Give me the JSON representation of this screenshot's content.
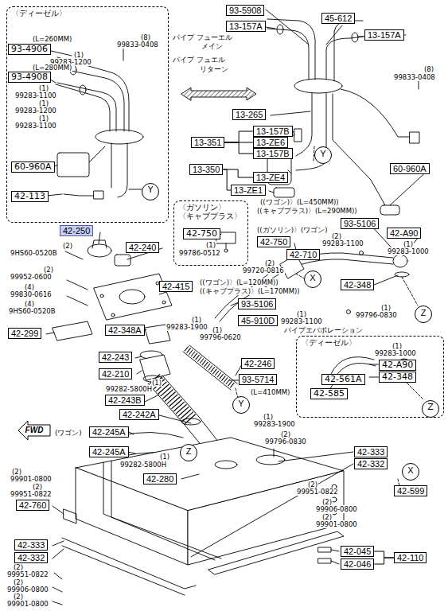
{
  "diagram": {
    "nodes": [
      {
        "text": [
          "〈ディーゼル〉"
        ]
      },
      {
        "text": [
          "93-4906"
        ],
        "in": 0
      },
      {
        "text": [
          "93-4908"
        ],
        "in": 0
      },
      {
        "text": [
          "60-960A"
        ],
        "in": 0
      },
      {
        "text": [
          "42-113"
        ],
        "in": 0
      },
      {
        "text": [
          "Y"
        ],
        "in": 0
      },
      {
        "text": [
          "93-5908"
        ]
      },
      {
        "text": [
          "13-157A"
        ]
      },
      {
        "text": [
          "45-612"
        ]
      },
      {
        "text": [
          "13-157A"
        ]
      },
      {
        "text": [
          "13-265"
        ]
      },
      {
        "text": [
          "13-351"
        ]
      },
      {
        "text": [
          "13-157B"
        ]
      },
      {
        "text": [
          "13-ZE6"
        ]
      },
      {
        "text": [
          "13-157B"
        ]
      },
      {
        "text": [
          "Y"
        ]
      },
      {
        "text": [
          "13-350"
        ]
      },
      {
        "text": [
          "13-ZE4"
        ]
      },
      {
        "text": [
          "13-ZE1"
        ]
      },
      {
        "text": [
          "60-960A"
        ]
      },
      {
        "text": [
          "〈ガソリン〉 〈キャブプラス〉"
        ]
      },
      {
        "text": [
          "42-750"
        ],
        "in": 20
      },
      {
        "text": [
          "42-250"
        ]
      },
      {
        "text": [
          "42-240"
        ]
      },
      {
        "text": [
          "42-750"
        ]
      },
      {
        "text": [
          "93-5106"
        ]
      },
      {
        "text": [
          "42-A90"
        ]
      },
      {
        "text": [
          "42-710"
        ]
      },
      {
        "text": [
          "42-348"
        ]
      },
      {
        "text": [
          "X"
        ]
      },
      {
        "text": [
          "42-415"
        ]
      },
      {
        "text": [
          "93-5106"
        ]
      },
      {
        "text": [
          "Z"
        ]
      },
      {
        "text": [
          "45-910D"
        ]
      },
      {
        "text": [
          "42-299"
        ]
      },
      {
        "text": [
          "42-348A"
        ]
      },
      {
        "text": [
          "42-243"
        ]
      },
      {
        "text": [
          "42-210"
        ]
      },
      {
        "text": [
          "42-246"
        ]
      },
      {
        "text": [
          "〈ディーゼル〉"
        ]
      },
      {
        "text": [
          "42-A90"
        ],
        "in": 39
      },
      {
        "text": [
          "42-348"
        ],
        "in": 39
      },
      {
        "text": [
          "42-561A"
        ],
        "in": 39
      },
      {
        "text": [
          "42-585"
        ],
        "in": 39
      },
      {
        "text": [
          "Z"
        ],
        "in": 39
      },
      {
        "text": [
          "42-243B"
        ]
      },
      {
        "text": [
          "93-5714"
        ]
      },
      {
        "text": [
          "42-242A"
        ]
      },
      {
        "text": [
          "Y"
        ]
      },
      {
        "text": [
          "42-245A"
        ]
      },
      {
        "text": [
          "42-245A"
        ]
      },
      {
        "text": [
          "Z"
        ]
      },
      {
        "text": [
          "42-280"
        ]
      },
      {
        "text": [
          "42-333"
        ]
      },
      {
        "text": [
          "42-332"
        ]
      },
      {
        "text": [
          "X"
        ]
      },
      {
        "text": [
          "42-599"
        ]
      },
      {
        "text": [
          "42-760"
        ]
      },
      {
        "text": [
          "42-333"
        ]
      },
      {
        "text": [
          "42-332"
        ]
      },
      {
        "text": [
          "42-045"
        ]
      },
      {
        "text": [
          "42-046"
        ]
      },
      {
        "text": [
          "42-110"
        ]
      },
      {
        "text": [
          "FWD"
        ]
      }
    ],
    "edges": [
      {
        "from": 11,
        "to": 12,
        "arrow": "none"
      },
      {
        "from": 11,
        "to": 13,
        "arrow": "none"
      },
      {
        "from": 11,
        "to": 14,
        "arrow": "none"
      },
      {
        "from": 16,
        "to": 17,
        "arrow": "none"
      },
      {
        "from": 16,
        "to": 18,
        "arrow": "none"
      },
      {
        "from": 62,
        "to": 60,
        "arrow": "none"
      },
      {
        "from": 62,
        "to": 61,
        "arrow": "none"
      }
    ],
    "labels": [
      "(L=260MM)",
      "(8)",
      "99833-0408",
      "(1)",
      "99283-1200",
      "(L=280MM)",
      "(1)",
      "99283-1100",
      "(1)",
      "99283-1200",
      "(1)",
      "99283-1100",
      "パイプ フューエル",
      "メイン",
      "パイプ フュエル",
      "リターン",
      "(8)",
      "99833-0408",
      "((ワゴン)〉(L=450MM))",
      "((キャブプラス)〉(L=290MM))",
      "((ガソリン)〉(ワゴン)",
      "(1)",
      "99786-0512",
      "(2)",
      "99283-1100",
      "(1)",
      "99283-1000",
      "(2)",
      "9HS60-0520B",
      "(2)",
      "99952-0600",
      "(4)",
      "99830-0616",
      "(4)",
      "9HS60-0520B",
      "(2)",
      "99720-0816",
      "((ワゴン)〉(L=120MM))",
      "((キャブプラス)〉(L=170MM))",
      "(1)",
      "99796-0830",
      "(1)",
      "99283-1100",
      "(1)",
      "99283-1900",
      "(1)",
      "99796-0620",
      "パイプエバポレーション",
      "(1)",
      "99283-1000",
      "(1)",
      "99282-5800H",
      "(L=410MM)",
      "(1)",
      "99283-1900",
      "(ワゴン)",
      "(2)",
      "99796-0830",
      "(1)",
      "99282-5800H",
      "(2)",
      "99901-0800",
      "(2)",
      "99951-0822",
      "(2)",
      "99951-0822",
      "(2)",
      "99906-0800",
      "(2)",
      "99901-0800",
      "(2)",
      "99951-0822",
      "(2)",
      "99906-0800",
      "(2)",
      "99901-0800"
    ]
  }
}
